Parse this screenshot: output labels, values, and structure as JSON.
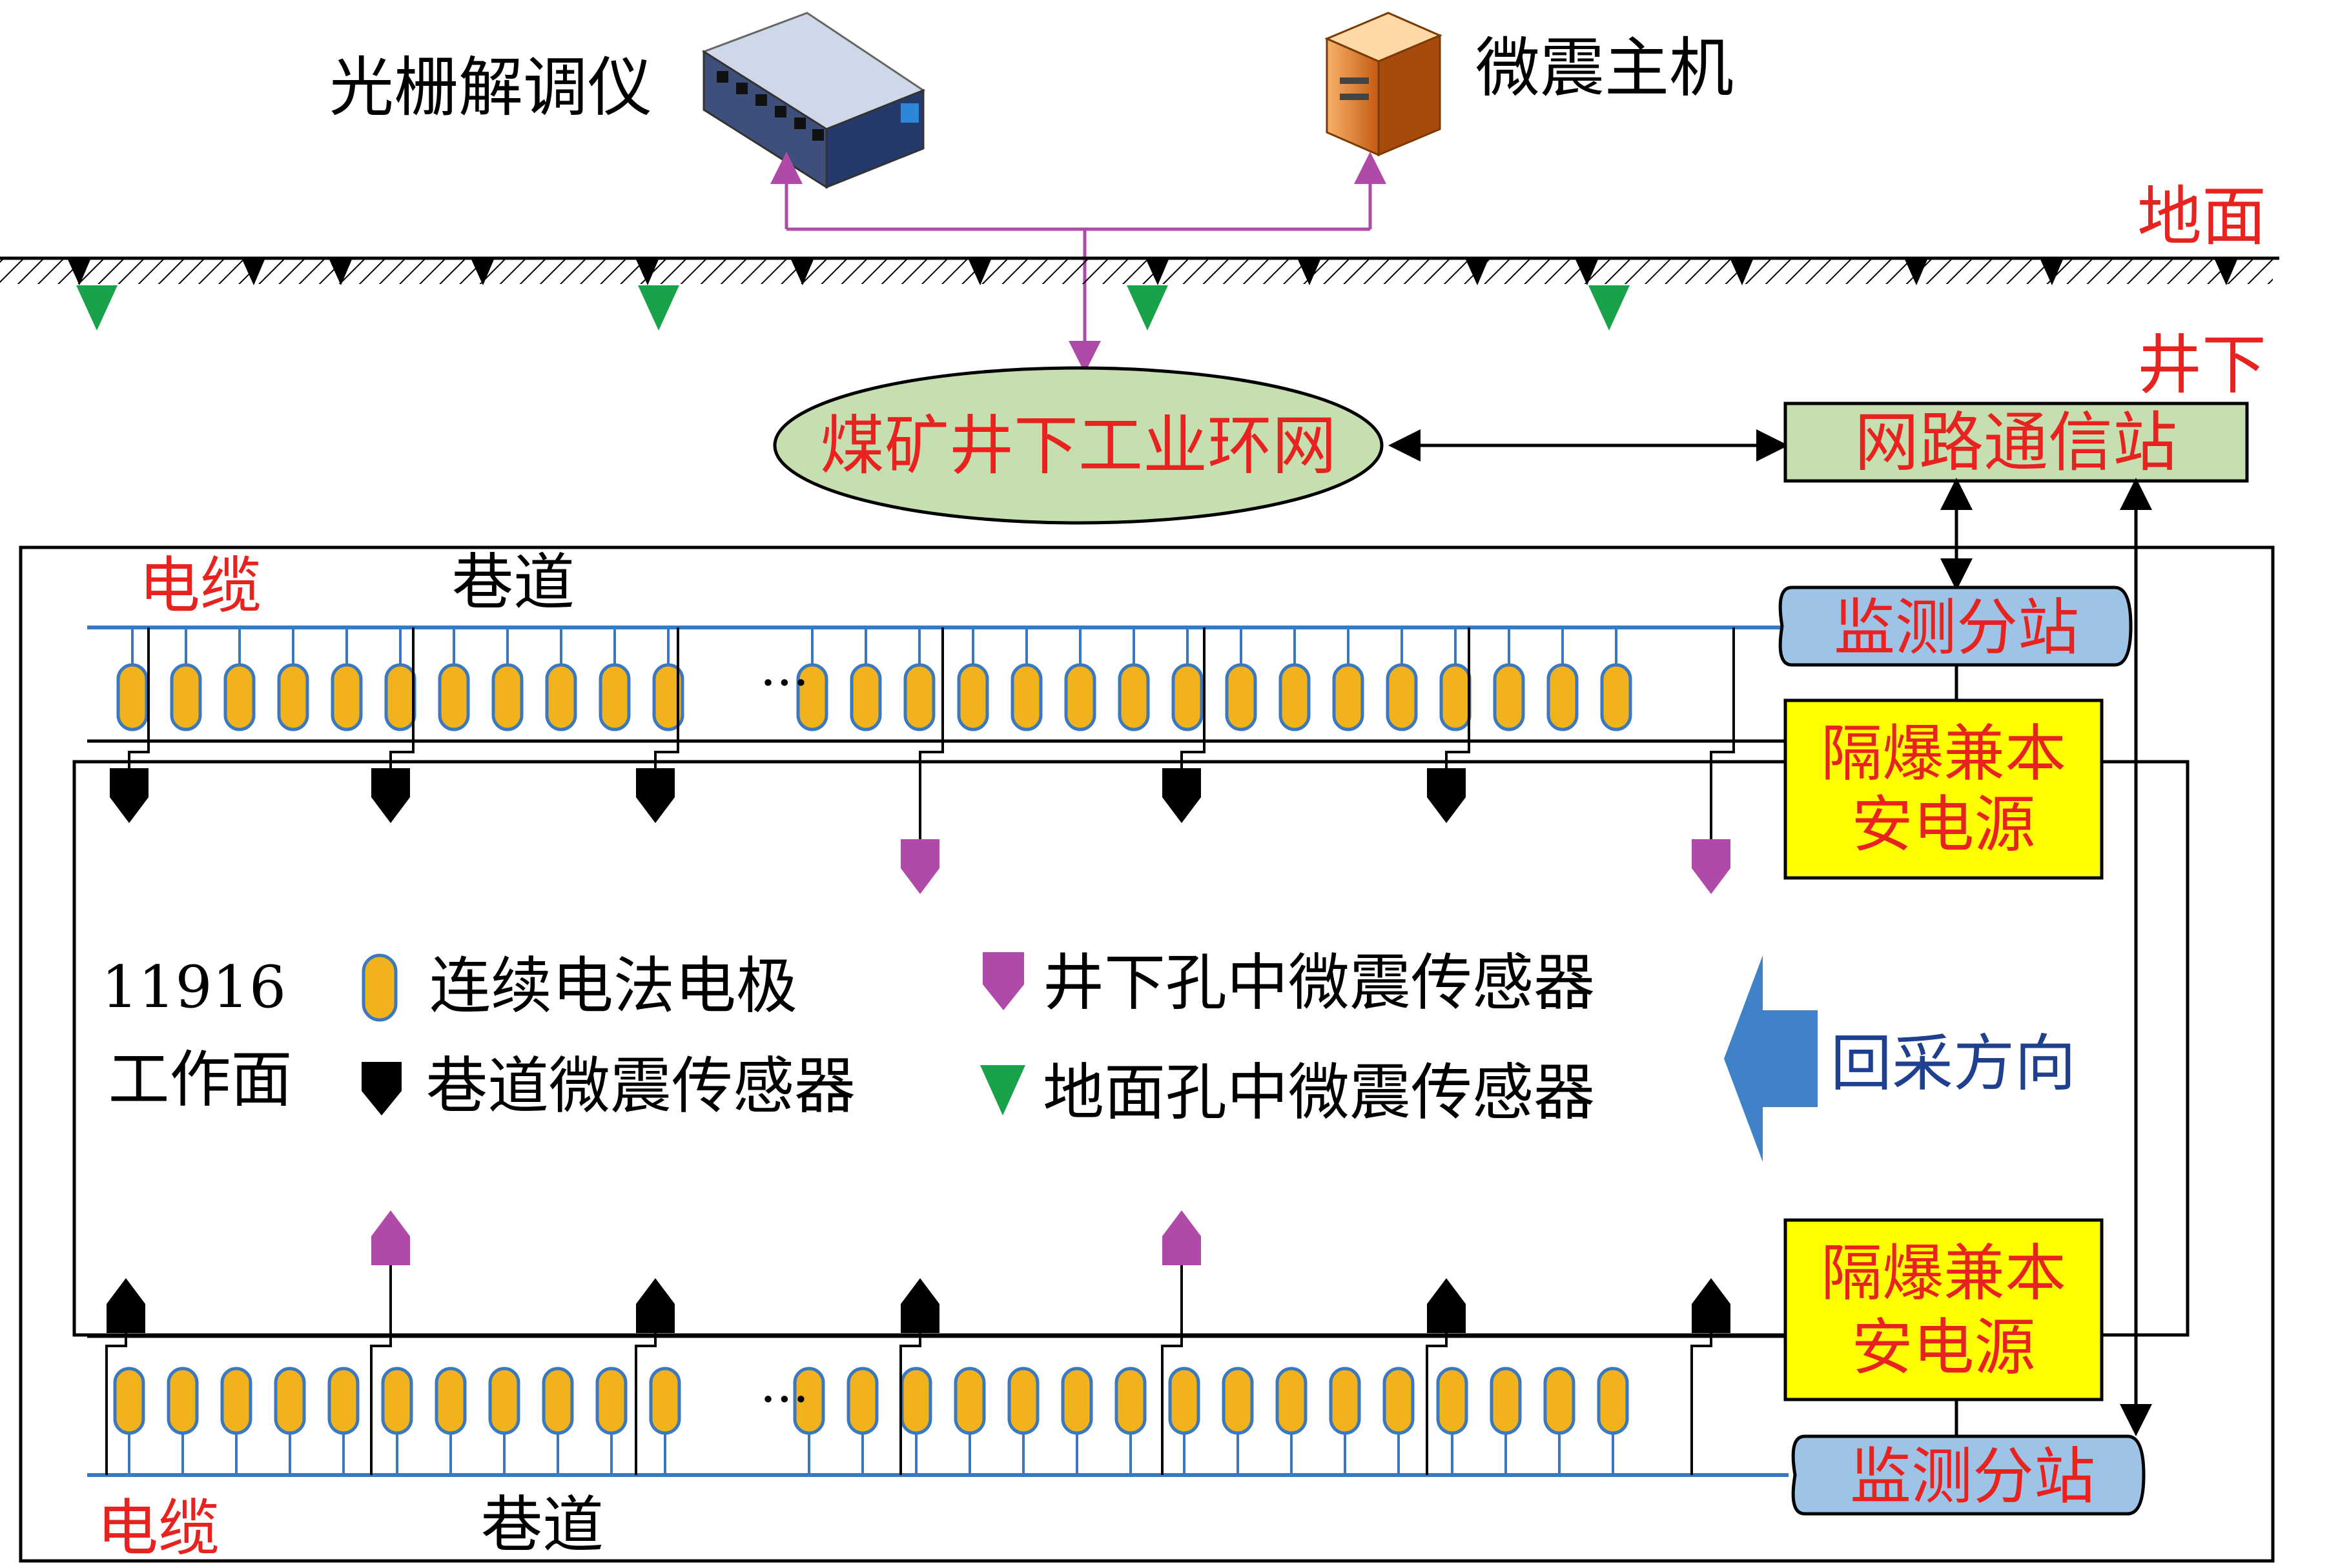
{
  "labels": {
    "grating_demodulator": "光栅解调仪",
    "microseismic_host": "微震主机",
    "ground": "地面",
    "underground": "井下",
    "ring_network": "煤矿井下工业环网",
    "comm_station": "网路通信站",
    "monitor_substation_top": "监测分站",
    "monitor_substation_bottom": "监测分站",
    "power_top_line1": "隔爆兼本",
    "power_top_line2": "安电源",
    "power_bottom_line1": "隔爆兼本",
    "power_bottom_line2": "安电源",
    "cable_top": "电缆",
    "cable_bottom": "电缆",
    "roadway_top": "巷道",
    "roadway_bottom": "巷道",
    "ellipsis_top": "···",
    "ellipsis_bottom": "···",
    "face_number": "11916",
    "face_label": "工作面",
    "mining_direction": "回采方向"
  },
  "legend": {
    "electrode": "连续电法电极",
    "roadway_sensor": "巷道微震传感器",
    "borehole_sensor": "井下孔中微震传感器",
    "surface_sensor": "地面孔中微震传感器"
  },
  "colors": {
    "red_text": "#e8231f",
    "blue_text": "#1f3f8f",
    "purple_line": "#b04aa8",
    "electrode_fill": "#f2b21c",
    "cable_blue": "#3a78c0",
    "green_box": "#c6dfb0",
    "yellow_box": "#ffff00",
    "blue_drum": "#9dc3e6",
    "arrow_blue": "#3f82c8",
    "surface_green": "#1aa24a"
  },
  "icons": {
    "demodulator": "rack-device-icon",
    "host": "server-tower-icon"
  }
}
